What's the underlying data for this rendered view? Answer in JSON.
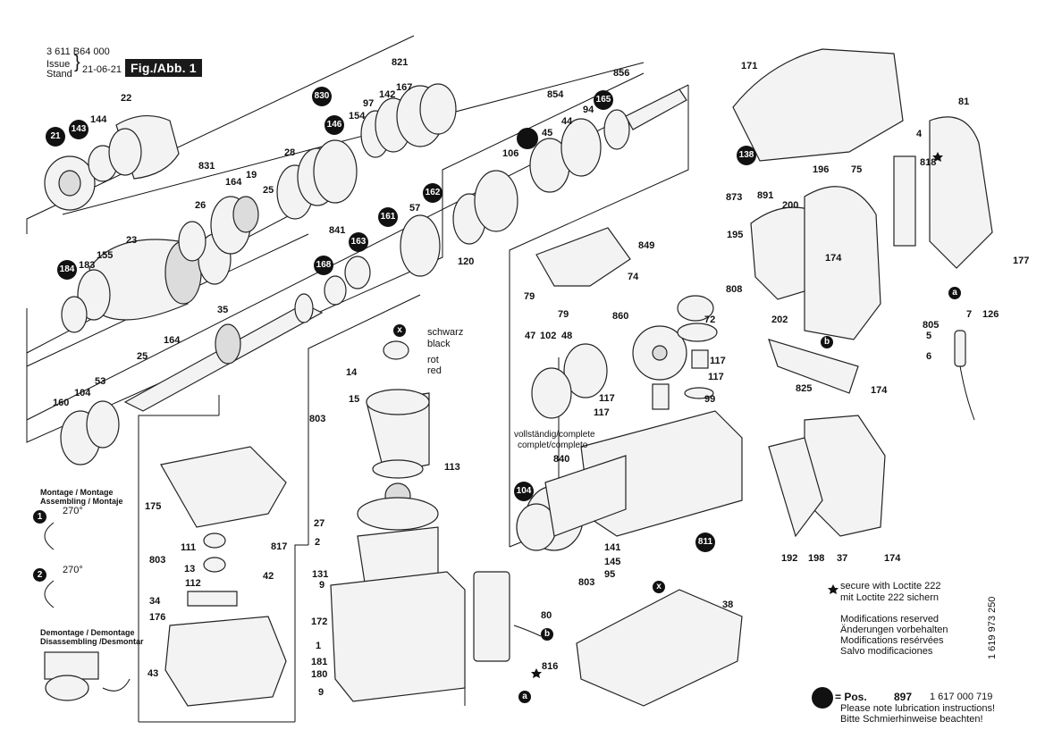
{
  "header": {
    "part_number": "3 611 B64 000",
    "issue_label": "Issue",
    "stand_label": "Stand",
    "date": "21-06-21",
    "figure_label": "Fig./Abb. 1"
  },
  "callouts": {
    "black_circles": [
      "21",
      "143",
      "830",
      "146",
      "165",
      "184",
      "162",
      "161",
      "163",
      "168",
      "138",
      "811",
      "104"
    ],
    "plain_labels": [
      "144",
      "22",
      "821",
      "167",
      "142",
      "97",
      "154",
      "856",
      "854",
      "94",
      "44",
      "45",
      "106",
      "831",
      "19",
      "164",
      "25",
      "28",
      "26",
      "57",
      "23",
      "155",
      "183",
      "841",
      "120",
      "35",
      "164",
      "25",
      "53",
      "104",
      "160",
      "171",
      "81",
      "4",
      "818",
      "196",
      "75",
      "891",
      "200",
      "195",
      "174",
      "177",
      "873",
      "808",
      "849",
      "74",
      "79",
      "79",
      "72",
      "860",
      "47",
      "102",
      "48",
      "117",
      "117",
      "117",
      "117",
      "99",
      "805",
      "7",
      "126",
      "5",
      "6",
      "202",
      "825",
      "174",
      "113",
      "14",
      "15",
      "803",
      "27",
      "2",
      "175",
      "111",
      "803",
      "13",
      "112",
      "817",
      "42",
      "34",
      "176",
      "131",
      "9",
      "172",
      "1",
      "181",
      "180",
      "9",
      "43",
      "840",
      "141",
      "145",
      "95",
      "803",
      "80",
      "816",
      "38",
      "192",
      "198",
      "37",
      "174"
    ]
  },
  "color_key": {
    "x_marker": "x",
    "schwarz": "schwarz",
    "black": "black",
    "rot": "rot",
    "red": "red"
  },
  "complete_label": {
    "line1": "vollständig/complete",
    "line2": "complet/completo"
  },
  "assembly": {
    "title1": "Montage / Montage",
    "title2": "Assembling / Montaje",
    "step1_num": "1",
    "step1_angle": "270°",
    "step2_num": "2",
    "step2_angle": "270°"
  },
  "disassembly": {
    "title1": "Demontage / Demontage",
    "title2": "Disassembling /Desmontar"
  },
  "wire_markers": {
    "a": "a",
    "b": "b"
  },
  "notes": {
    "loctite_line1": "secure with Loctite 222",
    "loctite_line2": "mit Loctite 222 sichern",
    "mod1": "Modifications reserved",
    "mod2": "Änderungen vorbehalten",
    "mod3": "Modifications resérvées",
    "mod4": "Salvo modificaciones",
    "pos_label": "= Pos.",
    "pos_num": "897",
    "pos_part": "1 617 000 719",
    "lub1": "Please note lubrication instructions!",
    "lub2": "Bitte Schmierhinweise beachten!",
    "vertical_code": "1 619 973 250"
  }
}
